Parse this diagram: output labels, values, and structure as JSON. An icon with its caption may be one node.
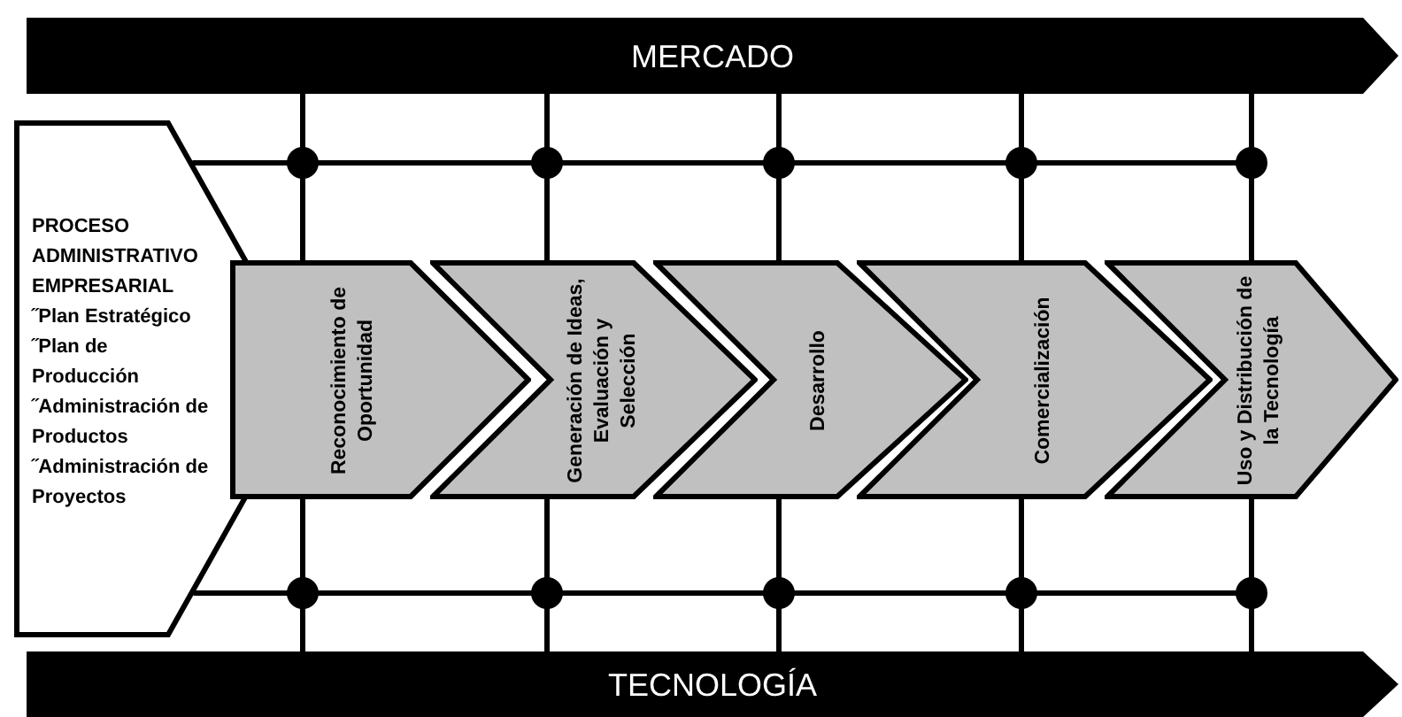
{
  "diagram": {
    "nodes": [
      {
        "text": [
          "MERCADO"
        ]
      },
      {
        "text": [
          "PROCESO ADMINISTRATIVO EMPRESARIAL",
          "˝Plan Estratégico",
          "˝Plan de Producción",
          "˝Administración de Productos",
          "˝Administración de Proyectos"
        ]
      },
      {
        "text": [
          "Reconocimiento de Oportunidad"
        ]
      },
      {
        "text": [
          "Generación de Ideas, Evaluación y Selección"
        ]
      },
      {
        "text": [
          "Desarrollo"
        ]
      },
      {
        "text": [
          "Comercialización"
        ]
      },
      {
        "text": [
          "Uso y Distribución de la Tecnología"
        ]
      },
      {
        "text": [
          "TECNOLOGÍA"
        ]
      }
    ],
    "edges": [
      {
        "from": 0,
        "to": 2,
        "arrow": "none"
      },
      {
        "from": 0,
        "to": 3,
        "arrow": "none"
      },
      {
        "from": 0,
        "to": 4,
        "arrow": "none"
      },
      {
        "from": 0,
        "to": 5,
        "arrow": "none"
      },
      {
        "from": 0,
        "to": 6,
        "arrow": "none"
      },
      {
        "from": 2,
        "to": 7,
        "arrow": "none"
      },
      {
        "from": 3,
        "to": 7,
        "arrow": "none"
      },
      {
        "from": 4,
        "to": 7,
        "arrow": "none"
      },
      {
        "from": 5,
        "to": 7,
        "arrow": "none"
      },
      {
        "from": 6,
        "to": 7,
        "arrow": "none"
      },
      {
        "from": 1,
        "to": null,
        "arrow": "other"
      },
      {
        "from": 1,
        "to": null,
        "arrow": "other"
      }
    ]
  }
}
